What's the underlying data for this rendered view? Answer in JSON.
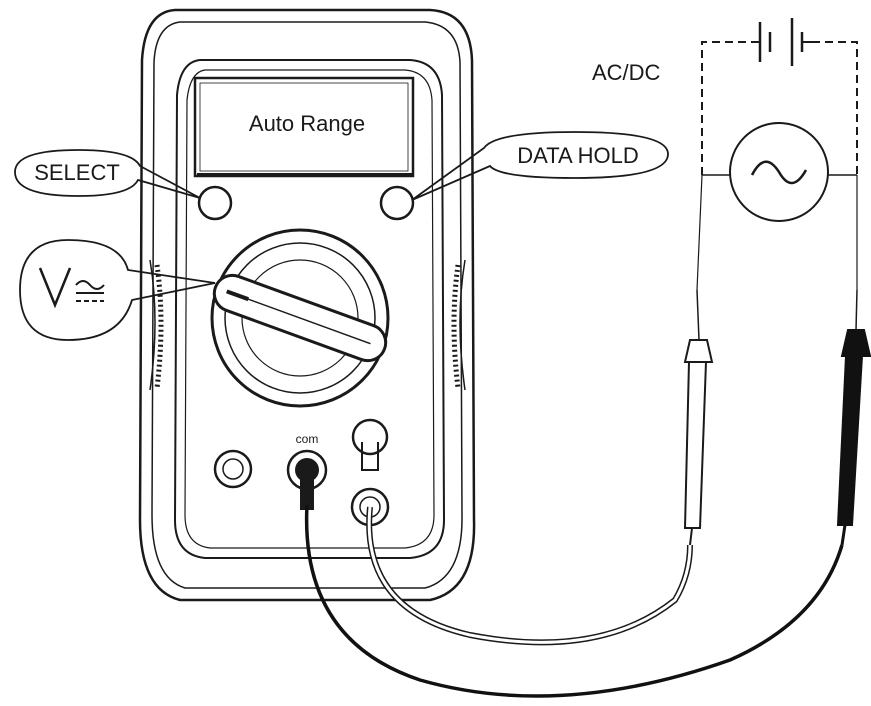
{
  "meter": {
    "display_text": "Auto Range",
    "select_label": "SELECT",
    "data_hold_label": "DATA HOLD",
    "com_label": "com"
  },
  "circuit": {
    "source_label": "AC/DC"
  },
  "icons": {
    "mode_icon": "volt-ac-dc-icon",
    "battery_icon": "dc-battery-icon",
    "ac_source_icon": "ac-source-icon"
  },
  "colors": {
    "ink": "#1a1a1a",
    "paper": "#ffffff",
    "probe_black": "#111111",
    "probe_red_lead": "#ffffff"
  }
}
